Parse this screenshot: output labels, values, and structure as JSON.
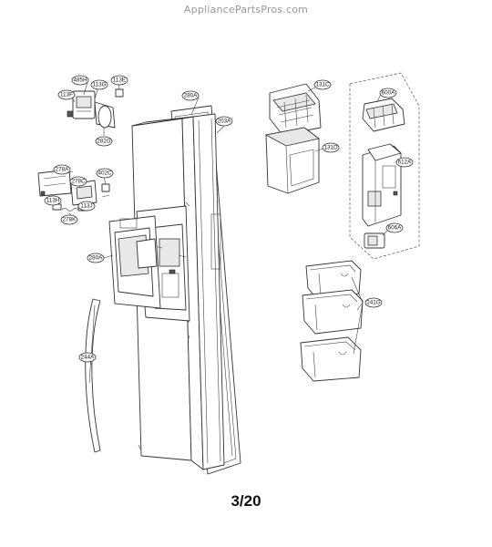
{
  "watermark": "AppliancePartsPros.com",
  "page_number": "3/20",
  "callouts": {
    "c_485H": "485H",
    "c_113G": "113G",
    "c_113E": "113E",
    "c_113F": "113F",
    "c_282G": "282G",
    "c_280A": "280A",
    "c_203A": "203A",
    "c_131C": "131C",
    "c_600A": "600A",
    "c_131D": "131D",
    "c_612A": "612A",
    "c_278A": "278A",
    "c_402C": "402C",
    "c_278C": "278C",
    "c_113H": "113H",
    "c_113J": "113J",
    "c_278K": "278K",
    "c_606A": "606A",
    "c_280A_b": "280A",
    "c_241G": "241G",
    "c_244A": "244A"
  }
}
